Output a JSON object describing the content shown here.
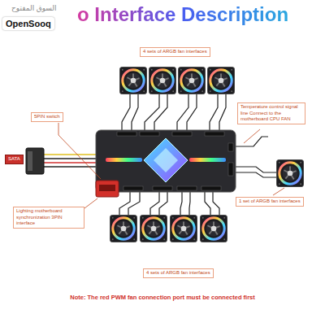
{
  "diagram": {
    "title": "o Interface Description",
    "nodes": [
      {
        "text": [
          "4 sets of ARGB fan interfaces"
        ]
      },
      {
        "text": [
          "5PIN switch"
        ]
      },
      {
        "text": [
          "Temperature control signal line Connect to the motherboard CPU FAN"
        ]
      },
      {
        "text": [
          "SATA"
        ]
      },
      {
        "text": [
          "1 set of ARGB fan interfaces"
        ]
      },
      {
        "text": [
          "Lighting motherboard synchronization 3PIN interface"
        ]
      },
      {
        "text": [
          "4 sets of ARGB fan interfaces"
        ]
      }
    ],
    "labels": [
      "OpenSooq",
      "السوق المفتوح",
      "Note: The red PWM fan connection port must be connected first"
    ]
  }
}
